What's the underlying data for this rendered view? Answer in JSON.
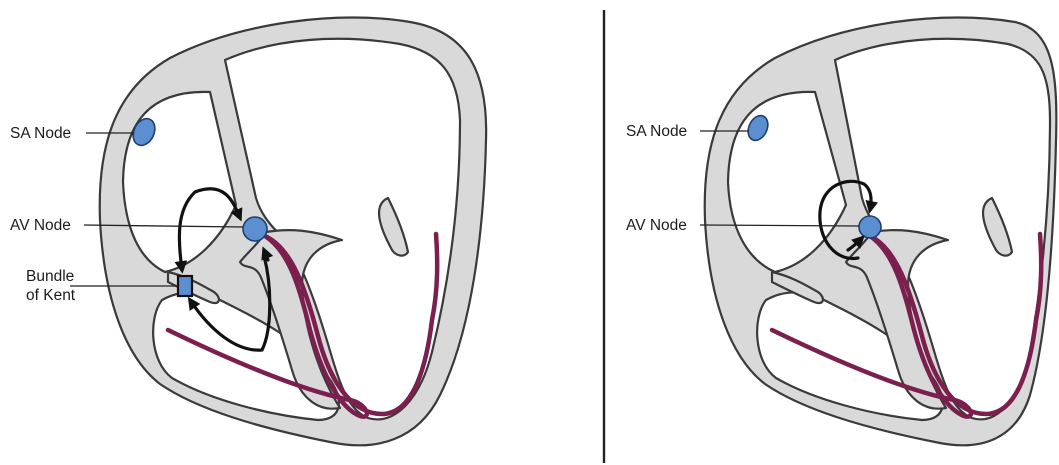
{
  "panels": [
    {
      "labels": {
        "sa_node": "SA Node",
        "av_node": "AV Node",
        "bundle_line1": "Bundle",
        "bundle_line2": "of Kent"
      }
    },
    {
      "labels": {
        "sa_node": "SA Node",
        "av_node": "AV Node"
      }
    }
  ],
  "colors": {
    "tissue": "#d9d9d9",
    "node": "#5b8fd0",
    "conduction_fibers": "#7b1f4e",
    "arrows": "#111111"
  }
}
